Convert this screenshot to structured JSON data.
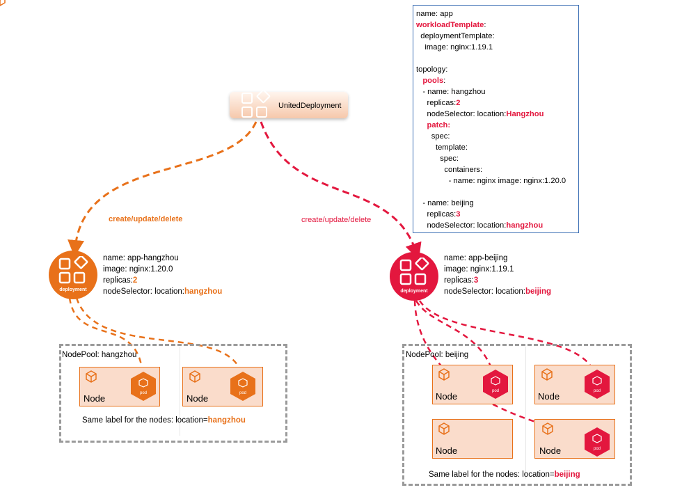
{
  "united": {
    "label": "UnitedDeployment"
  },
  "edges": {
    "left_label": "create/update/delete",
    "right_label": "create/update/delete"
  },
  "yaml": {
    "lines": [
      {
        "pre": "name: app",
        "hl": "",
        "post": ""
      },
      {
        "pre": "",
        "hl": "workloadTemplate",
        "post": ":"
      },
      {
        "pre": "  deploymentTemplate:",
        "hl": "",
        "post": ""
      },
      {
        "pre": "    image: nginx:1.19.1",
        "hl": "",
        "post": ""
      },
      {
        "pre": "",
        "hl": "",
        "post": ""
      },
      {
        "pre": "topology:",
        "hl": "",
        "post": ""
      },
      {
        "pre": "   ",
        "hl": "pools",
        "post": ":"
      },
      {
        "pre": "   - name: hangzhou",
        "hl": "",
        "post": ""
      },
      {
        "pre": "     replicas:",
        "hl": "2",
        "post": ""
      },
      {
        "pre": "     nodeSelector: location:",
        "hl": "Hangzhou",
        "post": ""
      },
      {
        "pre": "     ",
        "hl": "patch:",
        "post": ""
      },
      {
        "pre": "       spec:",
        "hl": "",
        "post": ""
      },
      {
        "pre": "         template:",
        "hl": "",
        "post": ""
      },
      {
        "pre": "           spec:",
        "hl": "",
        "post": ""
      },
      {
        "pre": "             containers:",
        "hl": "",
        "post": ""
      },
      {
        "pre": "               - name: nginx image: nginx:1.20.0",
        "hl": "",
        "post": ""
      },
      {
        "pre": "",
        "hl": "",
        "post": ""
      },
      {
        "pre": "   - name: beijing",
        "hl": "",
        "post": ""
      },
      {
        "pre": "     replicas:",
        "hl": "3",
        "post": ""
      },
      {
        "pre": "     nodeSelector: location:",
        "hl": "hangzhou",
        "post": ""
      }
    ]
  },
  "deploy_left": {
    "icon_label": "deployment",
    "name": "name: app-hangzhou",
    "image": "image: nginx:1.20.0",
    "replicas_pre": "replicas:",
    "replicas_val": "2",
    "selector_pre": "nodeSelector: location:",
    "selector_val": "hangzhou"
  },
  "deploy_right": {
    "icon_label": "deployment",
    "name": "name: app-beijing",
    "image": "image: nginx:1.19.1",
    "replicas_pre": "replicas:",
    "replicas_val": "3",
    "selector_pre": "nodeSelector: location:",
    "selector_val": "beijing"
  },
  "pool_left": {
    "title": "NodePool: hangzhou",
    "footer_pre": "Same label for the nodes: location=",
    "footer_val": "hangzhou",
    "node_label": "Node",
    "pod_label": "pod"
  },
  "pool_right": {
    "title": "NodePool: beijing",
    "footer_pre": "Same label for the nodes: location=",
    "footer_val": "beijing",
    "node_label": "Node",
    "pod_label": "pod"
  },
  "colors": {
    "orange": "#e8711a",
    "red": "#e3173e",
    "node_fill": "#fadccb",
    "pool_border": "#9a9a9a"
  }
}
